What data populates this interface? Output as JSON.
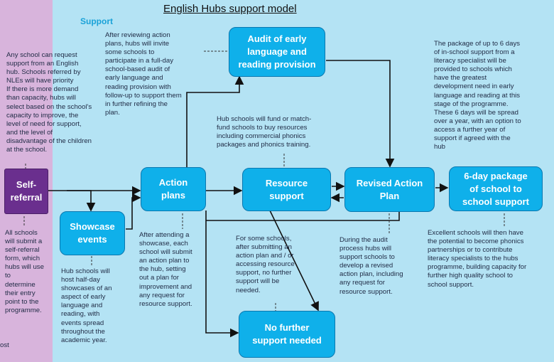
{
  "title": "English Hubs support model",
  "support_label": "Support",
  "boxes": {
    "self_referral": "Self-\nreferral",
    "action_plans": "Action\nplans",
    "showcase_events": "Showcase\nevents",
    "audit": "Audit of early\nlanguage and\nreading provision",
    "resource_support": "Resource\nsupport",
    "revised_action_plan": "Revised Action\nPlan",
    "six_day_package": "6-day package\nof school to\nschool support",
    "no_further_support": "No further\nsupport needed"
  },
  "notes": {
    "any_school": "Any school can request\nsupport from an English\nhub. Schools referred by\nNLEs will have priority\nIf there is more demand\nthan capacity, hubs will\nselect based on the school's\ncapacity to improve, the\nlevel of need for support,\nand the level of\ndisadvantage of the children\nat the school.",
    "all_schools": "All schools\nwill submit a\nself-referral\nform, which\nhubs will use\nto\ndetermine\ntheir entry\npoint to the\nprogramme.",
    "cut_text": "ost",
    "after_reviewing": "After reviewing action\nplans, hubs will invite\nsome schools to\nparticipate in a full-day\nschool-based audit of\nearly language and\nreading provision with\nfollow-up to support them\nin further refining the\nplan.",
    "hub_schools_fund": "Hub schools will fund or match-\nfund schools to buy resources\nincluding commercial phonics\npackages and phonics training.",
    "package_up_to_6": "The package of up to 6 days\nof in-school support from a\nliteracy specialist will be\nprovided to schools which\nhave the greatest\ndevelopment need in early\nlanguage and reading at this\nstage of the programme.\nThese 6 days will be spread\nover a year, with an option to\naccess a further year of\nsupport if agreed with the\nhub",
    "hub_schools_host": "Hub schools will\nhost half-day\nshowcases of an\naspect of early\nlanguage and\nreading, with\nevents spread\nthroughout the\nacademic year.",
    "after_attending": "After attending a\nshowcase, each\nschool will submit\nan action plan to\nthe hub, setting\nout a plan for\nimprovement and\nany request for\nresource support.",
    "for_some_schools": "For some schools,\nafter submitting an\naction plan and / or\naccessing resource\nsupport, no further\nsupport will be\nneeded.",
    "during_audit": "During the audit\nprocess hubs will\nsupport schools to\ndevelop a revised\naction plan, including\nany request for\nresource support.",
    "excellent_schools": "Excellent schools will then have\nthe potential to become phonics\npartnerships or to contribute\nliteracy specialists to the hubs\nprogramme, building capacity for\nfurther high quality school to\nschool support."
  },
  "colors": {
    "background": "#b4e3f4",
    "box": "#0fb0ea",
    "purple_box": "#6a2f8e",
    "left_strip": "#d8b4dc"
  }
}
